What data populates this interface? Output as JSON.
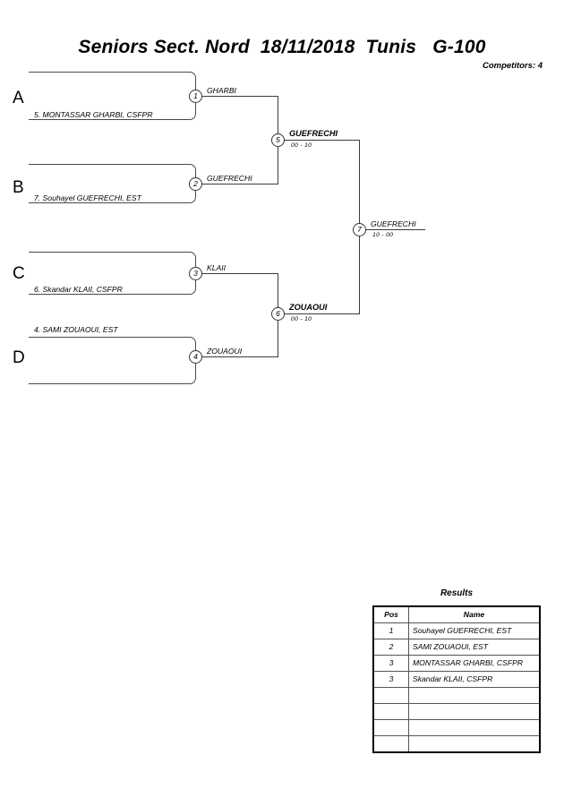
{
  "header": {
    "title": "Seniors Sect. Nord  18/11/2018  Tunis   G-100",
    "competitors": "Competitors: 4"
  },
  "bracket": {
    "sections": [
      {
        "letter": "A",
        "player": "5. MONTASSAR GHARBI, CSFPR",
        "name_on_top": false
      },
      {
        "letter": "B",
        "player": "7. Souhayel GUEFRECHI, EST",
        "name_on_top": false
      },
      {
        "letter": "C",
        "player": "6. Skandar KLAII, CSFPR",
        "name_on_top": false
      },
      {
        "letter": "D",
        "player": "4. SAMI ZOUAOUI, EST",
        "name_on_top": true
      }
    ],
    "round1": [
      {
        "number": "1",
        "winner": "GHARBI"
      },
      {
        "number": "2",
        "winner": "GUEFRECHI"
      },
      {
        "number": "3",
        "winner": "KLAII"
      },
      {
        "number": "4",
        "winner": "ZOUAOUI"
      }
    ],
    "round2": [
      {
        "number": "5",
        "winner": "GUEFRECHI",
        "score": "00 - 10"
      },
      {
        "number": "6",
        "winner": "ZOUAOUI",
        "score": "00 - 10"
      }
    ],
    "final": {
      "number": "7",
      "winner": "GUEFRECHI",
      "score": "10 - 00"
    }
  },
  "results": {
    "title": "Results",
    "columns": [
      "Pos",
      "Name"
    ],
    "rows": [
      {
        "pos": "1",
        "name": "Souhayel GUEFRECHI, EST"
      },
      {
        "pos": "2",
        "name": "SAMI ZOUAOUI, EST"
      },
      {
        "pos": "3",
        "name": "MONTASSAR GHARBI, CSFPR"
      },
      {
        "pos": "3",
        "name": "Skandar KLAII, CSFPR"
      },
      {
        "pos": "",
        "name": ""
      },
      {
        "pos": "",
        "name": ""
      },
      {
        "pos": "",
        "name": ""
      },
      {
        "pos": "",
        "name": ""
      }
    ]
  }
}
